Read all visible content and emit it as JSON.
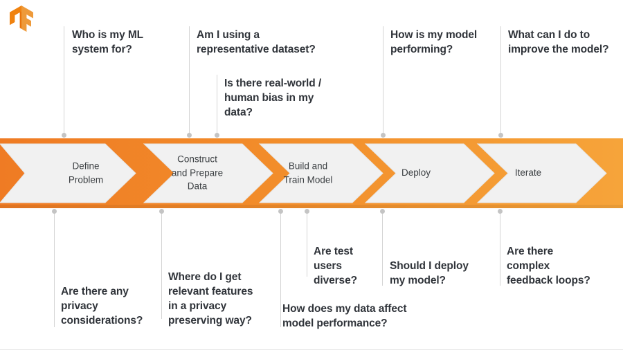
{
  "logo": {
    "name": "tensorflow-logo",
    "colors": {
      "light": "#ee9a3a",
      "mid": "#f0820f",
      "dark": "#e8730b"
    }
  },
  "theme": {
    "bar_gradient_start": "#ef7b24",
    "bar_gradient_end": "#f6a43a",
    "chevron_fill": "#f1f1f1",
    "chevron_stroke": "#e6e6e6",
    "text_dark": "#30343a",
    "stage_text": "#3c4043",
    "connector_line": "#d4d4d4",
    "connector_dot": "#c4c4c4"
  },
  "pipeline": {
    "name": "ml-workflow-pipeline",
    "stages": [
      {
        "id": "define-problem",
        "label": "Define\nProblem"
      },
      {
        "id": "construct-and-prepare-data",
        "label": "Construct\nand Prepare\nData"
      },
      {
        "id": "build-and-train-model",
        "label": "Build and\nTrain Model"
      },
      {
        "id": "deploy",
        "label": "Deploy"
      },
      {
        "id": "iterate",
        "label": "Iterate"
      }
    ]
  },
  "questions_above": [
    {
      "id": "who-is-my-ml-system-for",
      "text": "Who is my ML\nsystem for?"
    },
    {
      "id": "am-i-using-a-representative-dataset",
      "text": "Am I using a\nrepresentative dataset?"
    },
    {
      "id": "is-there-real-world-human-bias-in-my-data",
      "text": "Is there real-world /\nhuman bias in my\ndata?"
    },
    {
      "id": "how-is-my-model-performing",
      "text": "How is my model\nperforming?"
    },
    {
      "id": "what-can-i-do-to-improve-the-model",
      "text": "What can I do to\nimprove the model?"
    }
  ],
  "questions_below": [
    {
      "id": "are-there-any-privacy-considerations",
      "text": "Are there any\nprivacy\nconsiderations?"
    },
    {
      "id": "where-do-i-get-relevant-features-in-a-privacy-preserving-way",
      "text": "Where do I get\nrelevant features\nin a privacy\npreserving way?"
    },
    {
      "id": "how-does-my-data-affect-model-performance",
      "text": "How does my data affect\nmodel performance?"
    },
    {
      "id": "are-test-users-diverse",
      "text": "Are test\nusers\ndiverse?"
    },
    {
      "id": "should-i-deploy-my-model",
      "text": "Should I deploy\nmy model?"
    },
    {
      "id": "are-there-complex-feedback-loops",
      "text": "Are there\ncomplex\nfeedback loops?"
    }
  ]
}
